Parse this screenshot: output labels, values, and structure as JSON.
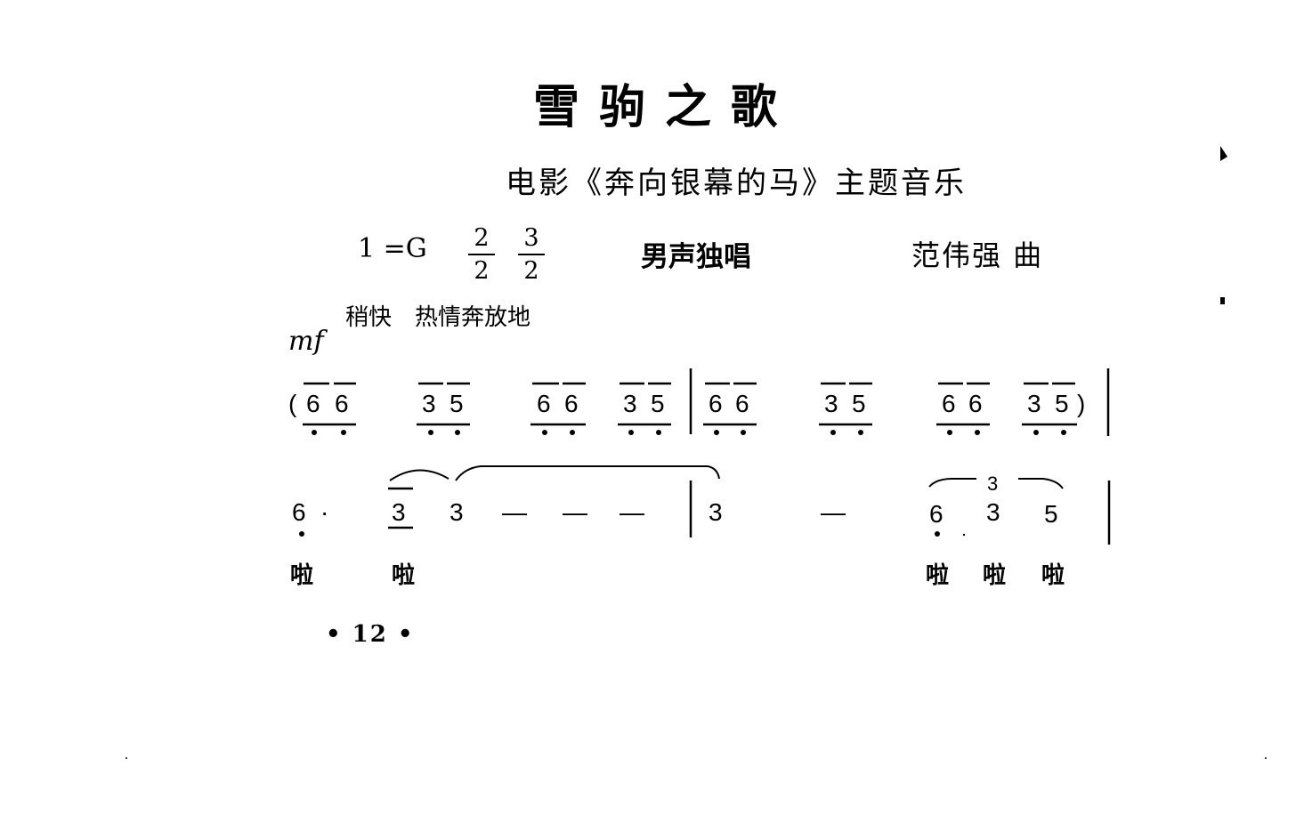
{
  "header": {
    "title": "雪驹之歌",
    "subtitle": "电影《奔向银幕的马》主题音乐",
    "key_signature": "1 =G",
    "time_signatures": [
      {
        "numerator": "2",
        "denominator": "2"
      },
      {
        "numerator": "3",
        "denominator": "2"
      }
    ],
    "voice_type": "男声独唱",
    "composer": "范伟强 曲"
  },
  "directions": {
    "tempo": "稍快　热情奔放地",
    "dynamic": "mf"
  },
  "score": {
    "line1": {
      "open_paren": "(",
      "close_paren": ")",
      "notes": [
        "6",
        "6",
        "3",
        "5",
        "6",
        "6",
        "3",
        "5",
        "6",
        "6",
        "3",
        "5",
        "6",
        "6",
        "3",
        "5"
      ]
    },
    "line2": {
      "notes": [
        "6",
        "·",
        "3",
        "3",
        "—",
        "—",
        "—",
        "3",
        "—",
        "6",
        "3",
        "5"
      ],
      "triplet_label": "3"
    },
    "lyrics": [
      "啦",
      "啦",
      "啦",
      "啦",
      "啦"
    ]
  },
  "page_number": "• 12 •"
}
